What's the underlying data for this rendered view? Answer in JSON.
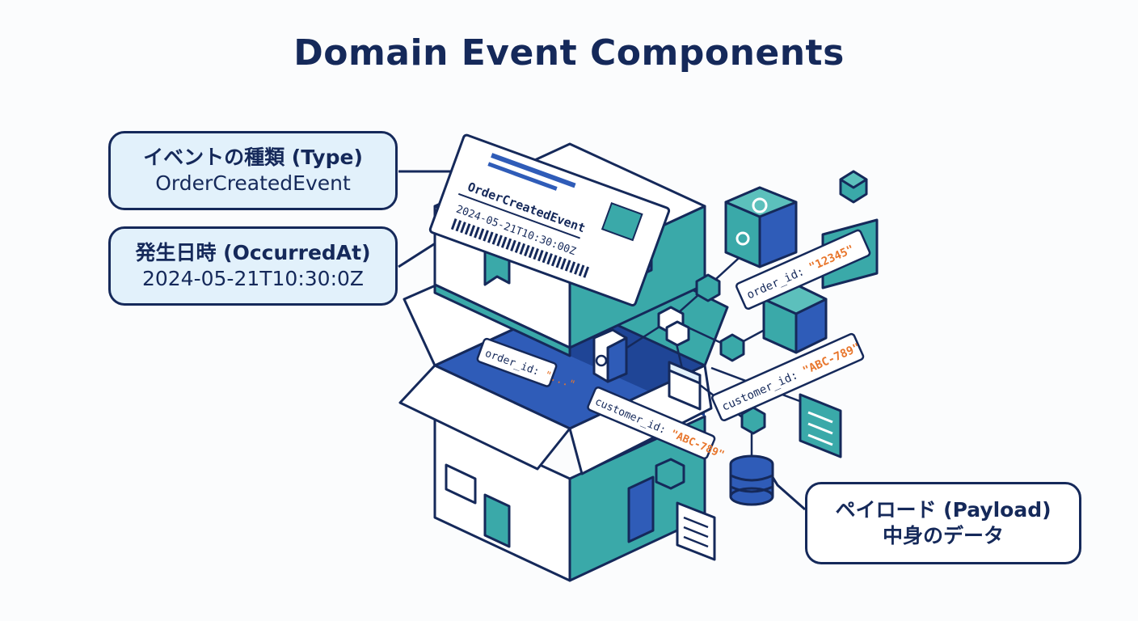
{
  "title": "Domain Event Components",
  "callouts": {
    "type": {
      "heading": "イベントの種類 (Type)",
      "value": "OrderCreatedEvent"
    },
    "occurred_at": {
      "heading": "発生日時 (OccurredAt)",
      "value": "2024-05-21T10:30:0Z"
    },
    "payload": {
      "heading": "ペイロード (Payload)",
      "value": "中身のデータ"
    }
  },
  "label_card": {
    "event_name": "OrderCreatedEvent",
    "timestamp": "2024-05-21T10:30:00Z"
  },
  "tags": {
    "order_id_box": {
      "key": "order_id: ",
      "value": "\"...\""
    },
    "customer_id_box": {
      "key": "customer_id: ",
      "value": "\"ABC-789\""
    },
    "order_id_float": {
      "key": "order_id: ",
      "value": "\"12345\""
    },
    "customer_id_float": {
      "key": "customer_id: ",
      "value": "\"ABC-789\""
    }
  },
  "colors": {
    "navy": "#15295a",
    "teal": "#3aa9a9",
    "teal_light": "#5cc0bc",
    "blue": "#2f5cb8",
    "callout_fill": "#e2f1fb",
    "value_orange": "#e8762c"
  }
}
